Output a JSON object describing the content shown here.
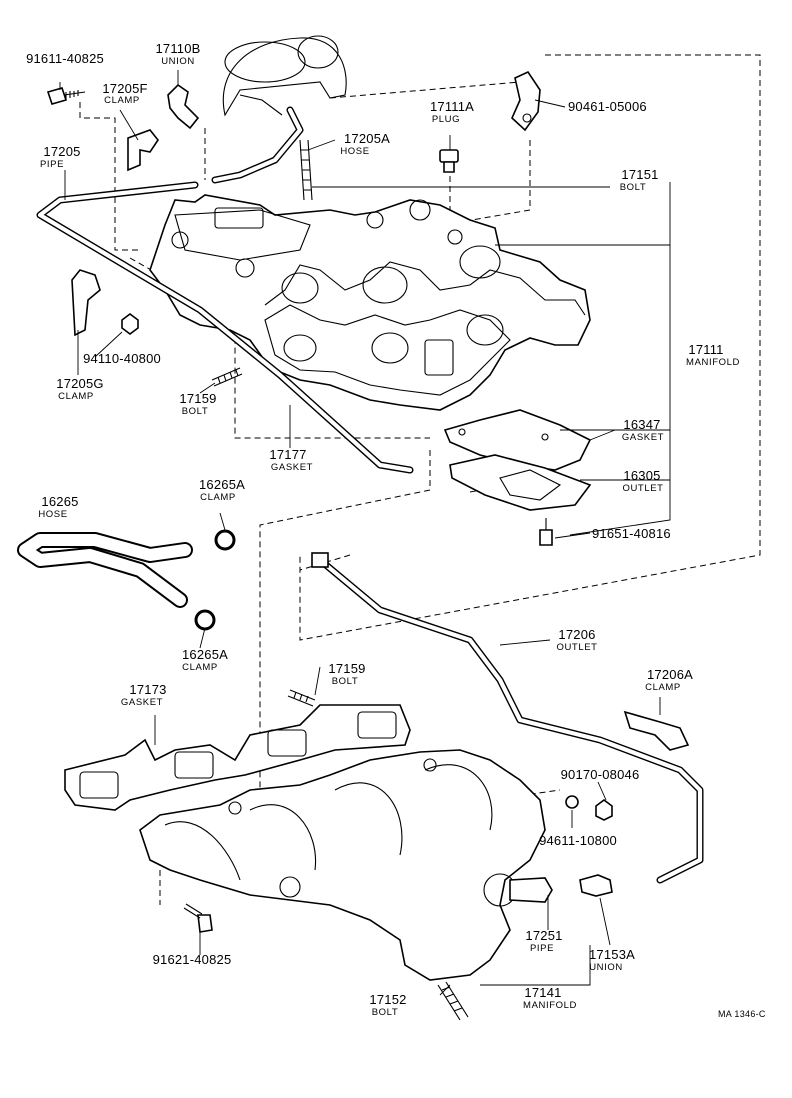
{
  "diagram": {
    "ref_code": "MA 1346-C",
    "parts": [
      {
        "number": "91611-40825",
        "name": ""
      },
      {
        "number": "17110B",
        "name": "UNION"
      },
      {
        "number": "17205F",
        "name": "CLAMP"
      },
      {
        "number": "17205",
        "name": "PIPE"
      },
      {
        "number": "17205A",
        "name": "HOSE"
      },
      {
        "number": "17111A",
        "name": "PLUG"
      },
      {
        "number": "90461-05006",
        "name": ""
      },
      {
        "number": "17151",
        "name": "BOLT"
      },
      {
        "number": "17111",
        "name": "MANIFOLD"
      },
      {
        "number": "94110-40800",
        "name": ""
      },
      {
        "number": "17205G",
        "name": "CLAMP"
      },
      {
        "number": "17159",
        "name": "BOLT"
      },
      {
        "number": "17177",
        "name": "GASKET"
      },
      {
        "number": "16347",
        "name": "GASKET"
      },
      {
        "number": "16305",
        "name": "OUTLET"
      },
      {
        "number": "16265A",
        "name": "CLAMP"
      },
      {
        "number": "16265",
        "name": "HOSE"
      },
      {
        "number": "91651-40816",
        "name": ""
      },
      {
        "number": "16265A",
        "name": "CLAMP"
      },
      {
        "number": "17206",
        "name": "OUTLET"
      },
      {
        "number": "17159",
        "name": "BOLT"
      },
      {
        "number": "17173",
        "name": "GASKET"
      },
      {
        "number": "17206A",
        "name": "CLAMP"
      },
      {
        "number": "90170-08046",
        "name": ""
      },
      {
        "number": "94611-10800",
        "name": ""
      },
      {
        "number": "17251",
        "name": "PIPE"
      },
      {
        "number": "17153A",
        "name": "UNION"
      },
      {
        "number": "91621-40825",
        "name": ""
      },
      {
        "number": "17141",
        "name": "MANIFOLD"
      },
      {
        "number": "17152",
        "name": "BOLT"
      }
    ]
  }
}
